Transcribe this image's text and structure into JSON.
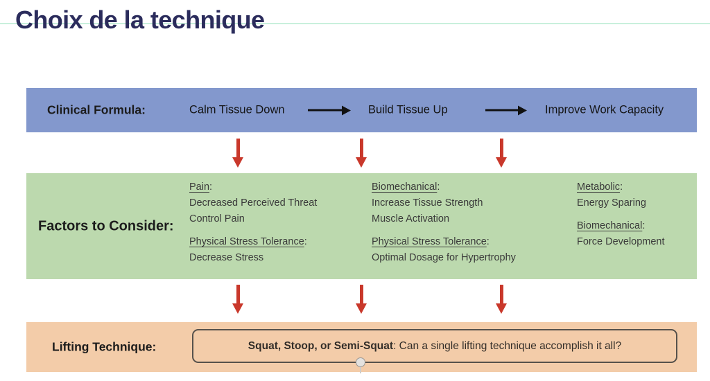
{
  "page": {
    "title": "Choix de la technique"
  },
  "text": {
    "colon": ":"
  },
  "diagram": {
    "clinical": {
      "label": "Clinical Formula:",
      "steps": [
        "Calm Tissue Down",
        "Build Tissue Up",
        "Improve Work Capacity"
      ]
    },
    "factors": {
      "label": "Factors to Consider:",
      "columns": [
        {
          "groups": [
            {
              "heading": "Pain",
              "items": [
                "Decreased Perceived Threat",
                "Control Pain"
              ]
            },
            {
              "heading": "Physical Stress Tolerance",
              "items": [
                "Decrease Stress"
              ]
            }
          ]
        },
        {
          "groups": [
            {
              "heading": "Biomechanical",
              "items": [
                "Increase Tissue Strength",
                "Muscle Activation"
              ]
            },
            {
              "heading": "Physical Stress Tolerance",
              "items": [
                "Optimal Dosage for Hypertrophy"
              ]
            }
          ]
        },
        {
          "groups": [
            {
              "heading": "Metabolic",
              "items": [
                "Energy Sparing"
              ]
            },
            {
              "heading": "Biomechanical",
              "items": [
                "Force Development"
              ]
            }
          ]
        }
      ]
    },
    "lifting": {
      "label": "Lifting Technique:",
      "box_bold": "Squat, Stoop, or Semi-Squat",
      "box_rest": ": Can a single lifting technique accomplish it all?"
    }
  },
  "colors": {
    "title_text": "#2b2c5c",
    "accent_line": "#c9f0dc",
    "clinical_band": "#8398cd",
    "factors_band": "#bcd9ae",
    "lifting_band": "#f3cca9",
    "red_arrow": "#c9382b",
    "black_arrow": "#111111"
  }
}
